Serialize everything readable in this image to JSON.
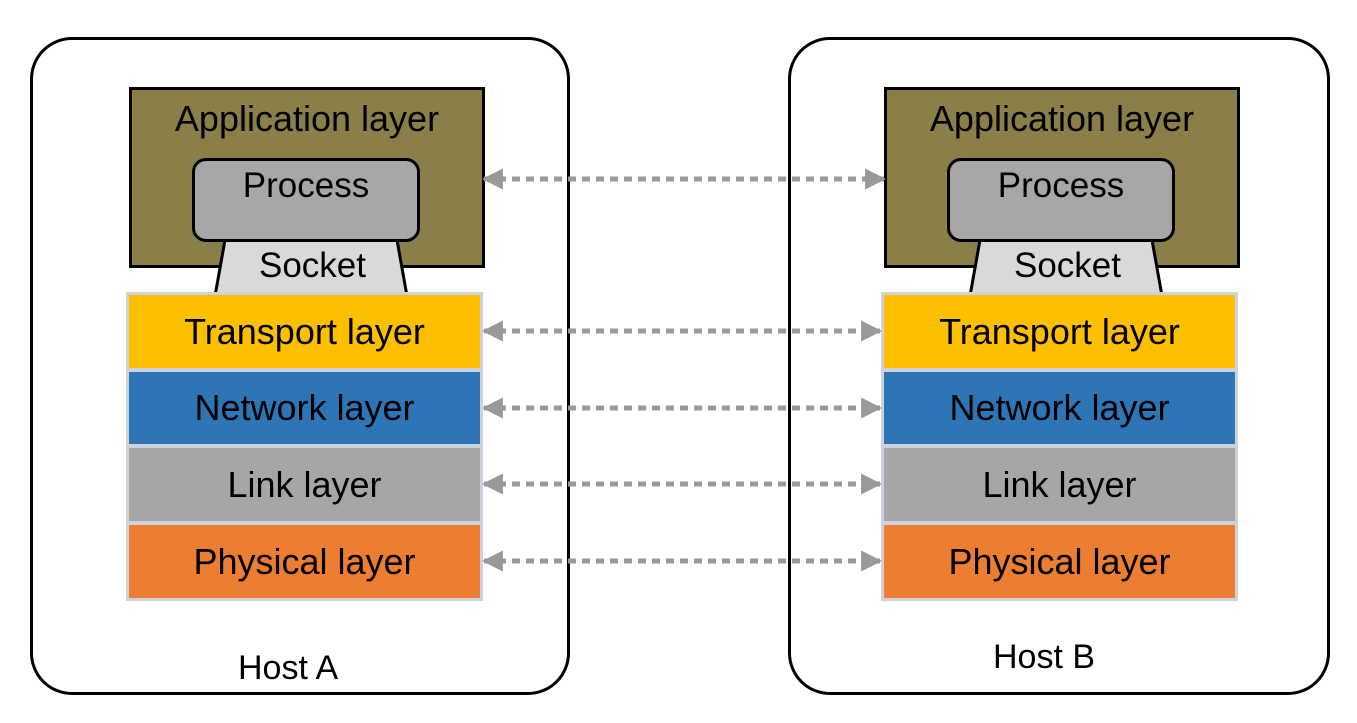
{
  "hosts": {
    "a": {
      "label": "Host A"
    },
    "b": {
      "label": "Host B"
    }
  },
  "stack": {
    "application": "Application layer",
    "process": "Process",
    "socket": "Socket",
    "transport": "Transport layer",
    "network": "Network layer",
    "link": "Link layer",
    "physical": "Physical layer"
  },
  "colors": {
    "application": "#8a7f48",
    "process": "#a9a6a6",
    "socket": "#d9d9d9",
    "transport": "#fdc000",
    "network": "#2e75b6",
    "link": "#a6a6a6",
    "physical": "#ed7d31",
    "arrow": "#999999"
  }
}
